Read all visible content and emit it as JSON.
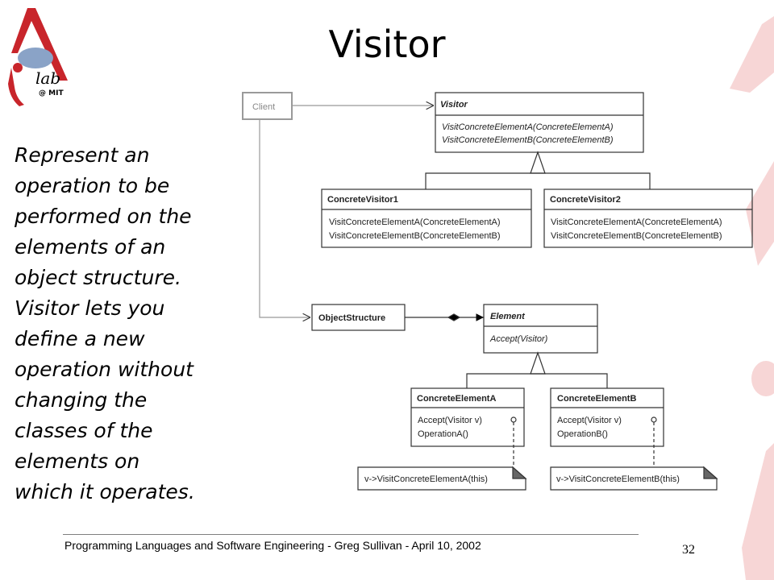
{
  "slide": {
    "title": "Visitor",
    "description_lines": [
      "Represent an",
      "operation to be",
      "performed on the",
      "elements of an",
      "object structure.",
      "Visitor lets you",
      "define a new",
      "operation without",
      "changing the",
      "classes of the",
      "elements on",
      "which it operates."
    ],
    "footer": "Programming Languages and Software Engineering  -  Greg Sullivan  -   April 10, 2002",
    "page_number": "32"
  },
  "logo": {
    "text_lab": "lab",
    "text_mit": "@ MIT",
    "colors": {
      "a_shape": "#c8252b",
      "brain": "#8aa3c7"
    }
  },
  "diagram": {
    "client": {
      "name": "Client"
    },
    "visitor": {
      "name": "Visitor",
      "ops": [
        "VisitConcreteElementA(ConcreteElementA)",
        "VisitConcreteElementB(ConcreteElementB)"
      ]
    },
    "concrete_visitor1": {
      "name": "ConcreteVisitor1",
      "ops": [
        "VisitConcreteElementA(ConcreteElementA)",
        "VisitConcreteElementB(ConcreteElementB)"
      ]
    },
    "concrete_visitor2": {
      "name": "ConcreteVisitor2",
      "ops": [
        "VisitConcreteElementA(ConcreteElementA)",
        "VisitConcreteElementB(ConcreteElementB)"
      ]
    },
    "object_structure": {
      "name": "ObjectStructure"
    },
    "element": {
      "name": "Element",
      "ops": [
        "Accept(Visitor)"
      ]
    },
    "concrete_element_a": {
      "name": "ConcreteElementA",
      "ops": [
        "Accept(Visitor v)",
        "OperationA()"
      ]
    },
    "concrete_element_b": {
      "name": "ConcreteElementB",
      "ops": [
        "Accept(Visitor v)",
        "OperationB()"
      ]
    },
    "note_a": "v->VisitConcreteElementA(this)",
    "note_b": "v->VisitConcreteElementB(this)"
  },
  "colors": {
    "deco_red": "#f6d4d4",
    "line": "#333333",
    "client_border": "#9a9a9a"
  }
}
